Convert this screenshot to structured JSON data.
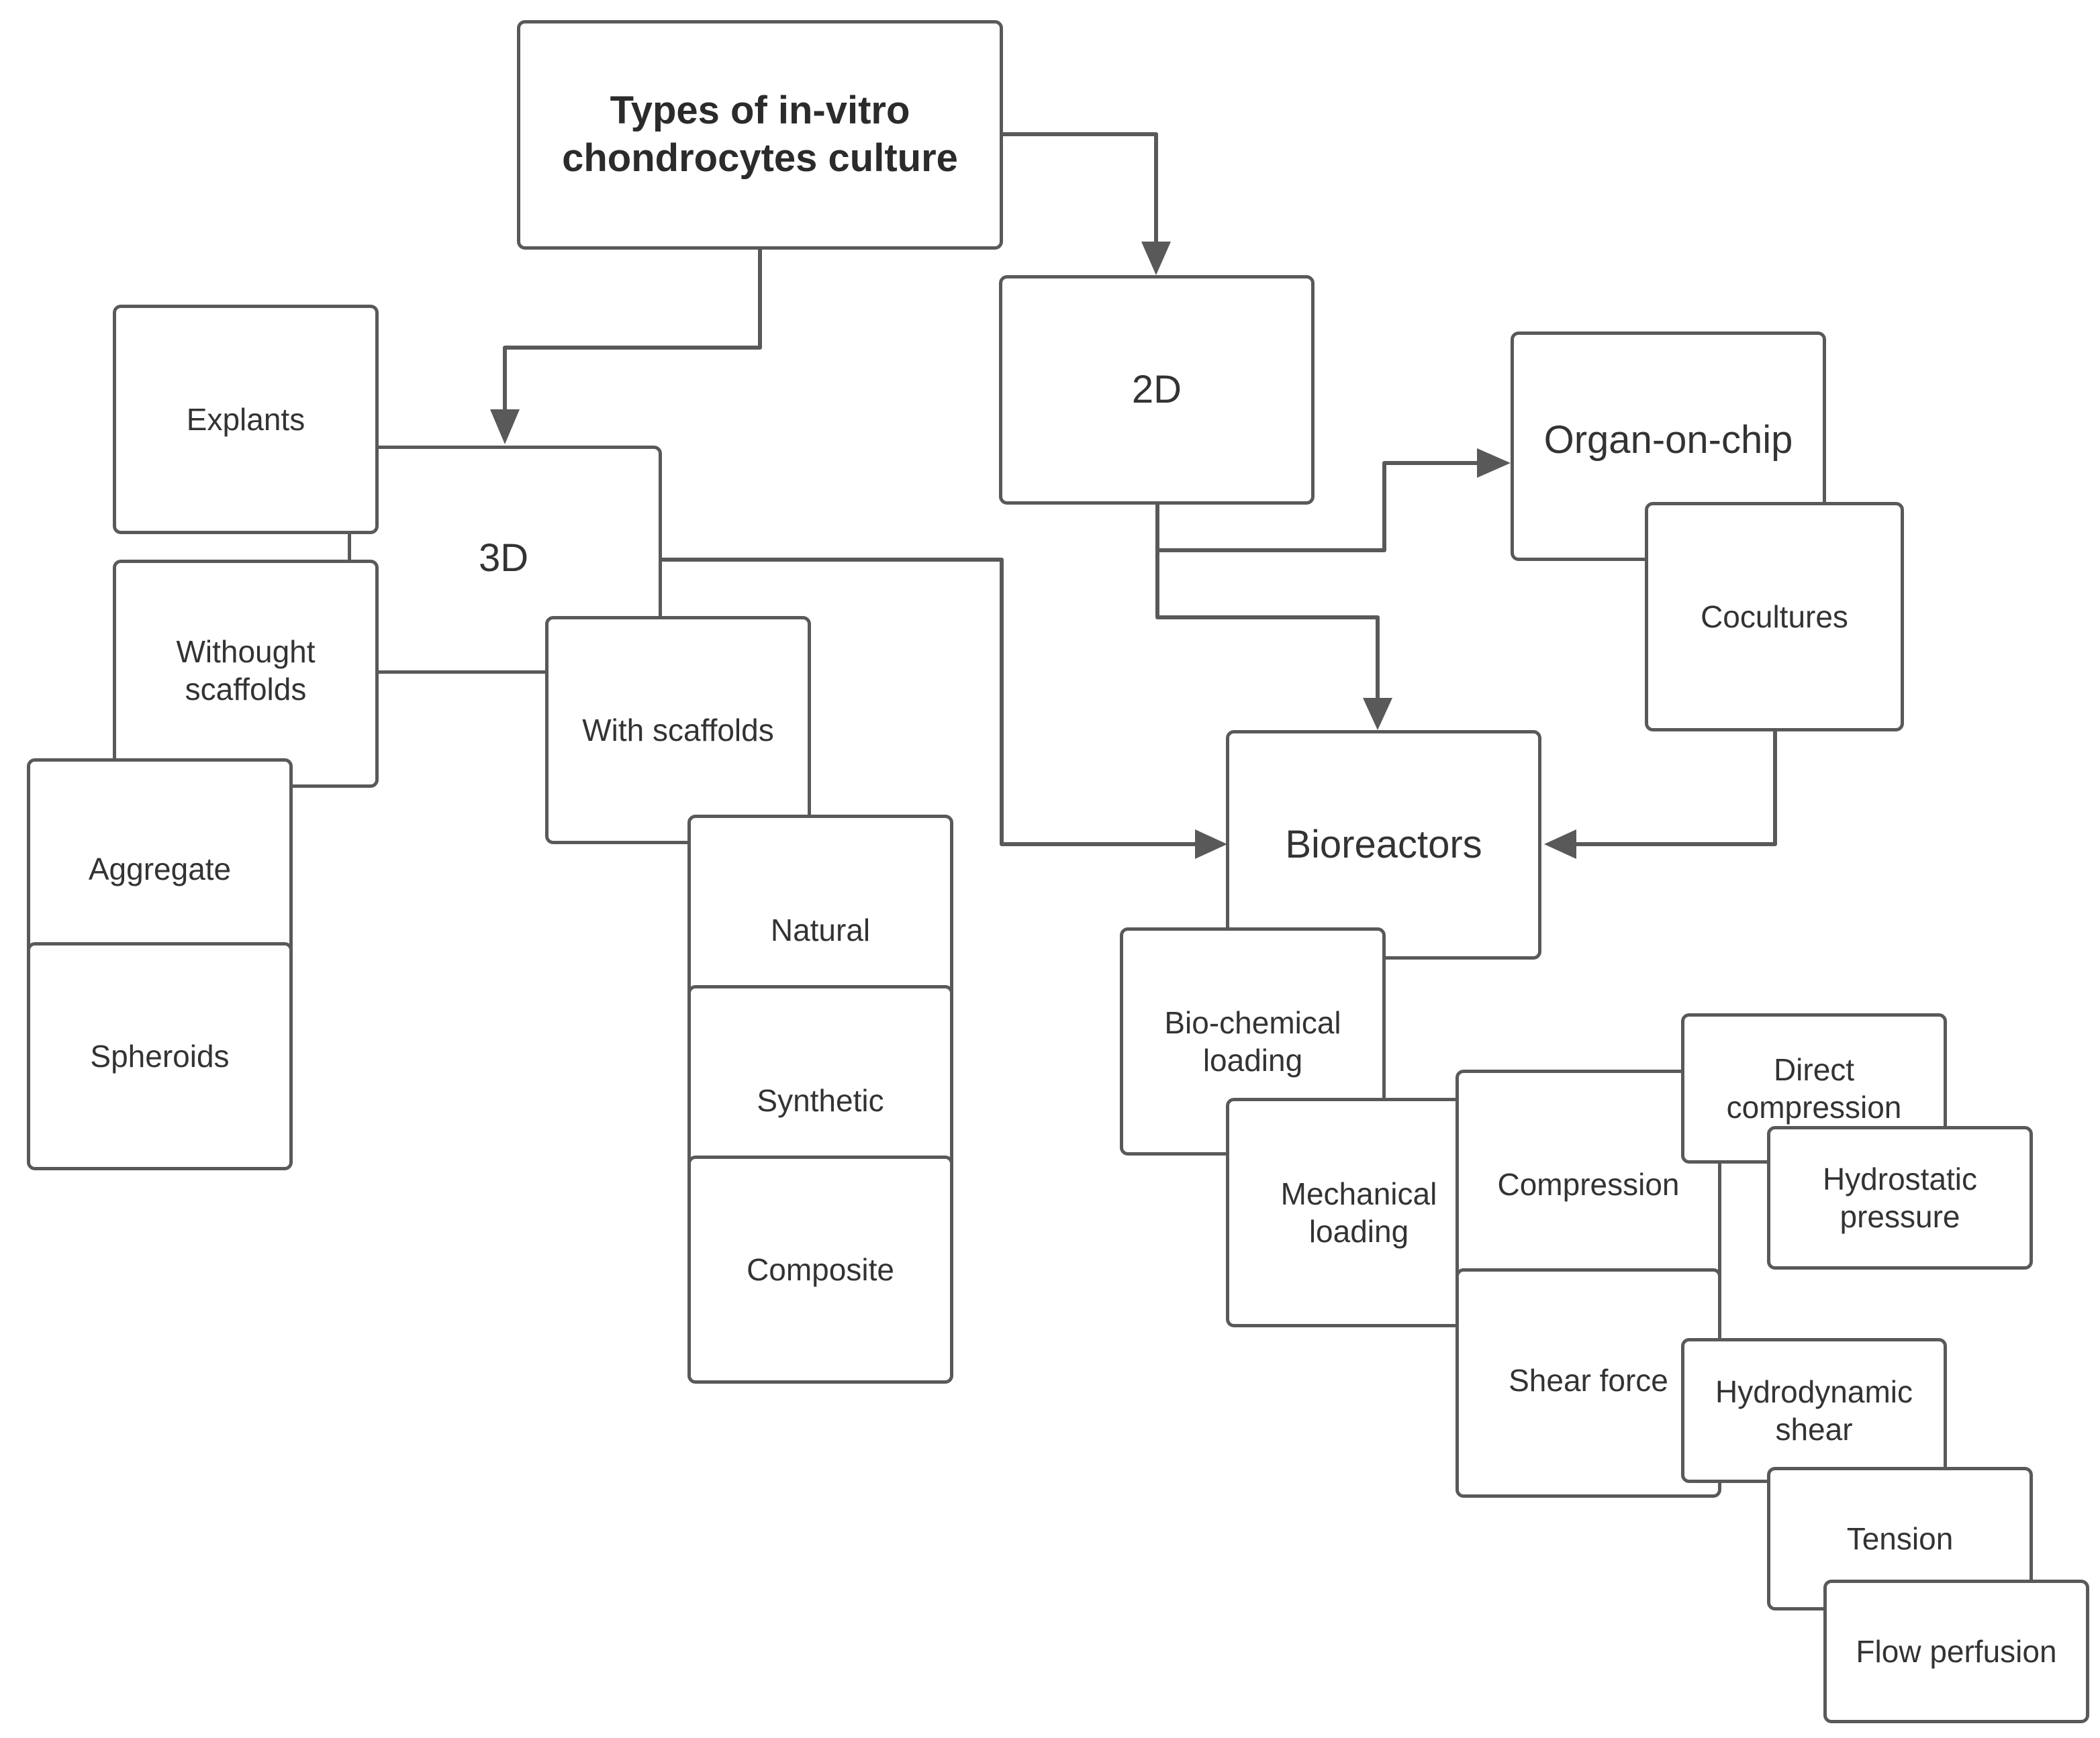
{
  "colors": {
    "stroke": "#595959",
    "text": "#333333",
    "background": "#ffffff"
  },
  "nodes": {
    "root": "Types of in-vitro chondrocytes culture",
    "two_d": "2D",
    "three_d": "3D",
    "explants": "Explants",
    "without_scaffolds": "Withought scaffolds",
    "with_scaffolds": "With scaffolds",
    "aggregate": "Aggregate",
    "spheroids": "Spheroids",
    "natural": "Natural",
    "synthetic": "Synthetic",
    "composite": "Composite",
    "organ_on_chip": "Organ-on-chip",
    "cocultures": "Cocultures",
    "bioreactors": "Bioreactors",
    "biochemical_loading": "Bio-chemical loading",
    "mechanical_loading": "Mechanical loading",
    "compression": "Compression",
    "shear_force": "Shear force",
    "direct_compression": "Direct compression",
    "hydrostatic_pressure": "Hydrostatic pressure",
    "hydrodynamic_shear": "Hydrodynamic shear",
    "tension": "Tension",
    "flow_perfusion": "Flow perfusion"
  }
}
